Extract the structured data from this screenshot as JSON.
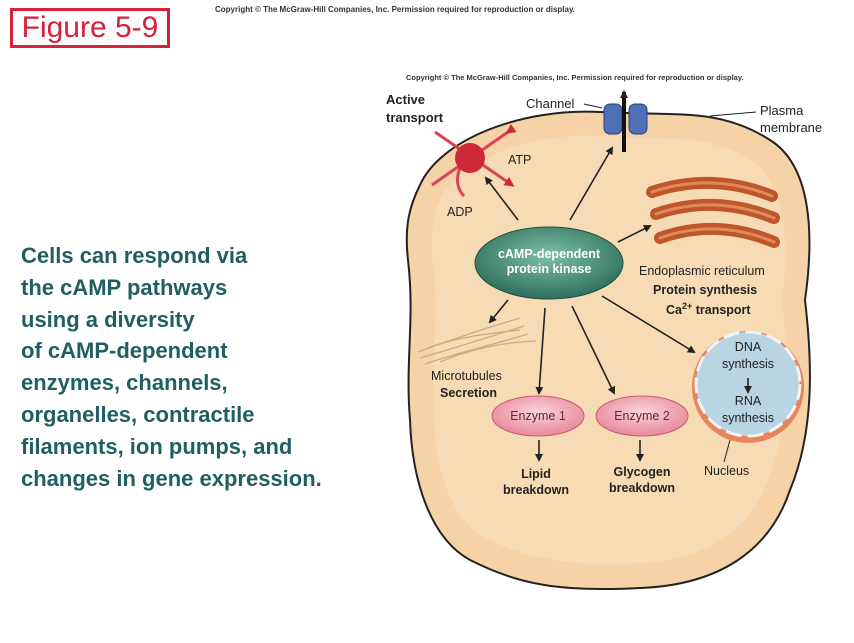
{
  "header": {
    "copyright": "Copyright © The McGraw-Hill Companies, Inc. Permission required for reproduction or display.",
    "figure_label": "Figure 5-9"
  },
  "caption": {
    "lines": [
      "Cells can respond via",
      "the cAMP pathways",
      "using a diversity",
      "of cAMP-dependent",
      "enzymes, channels,",
      "organelles, contractile",
      "filaments, ion pumps, and",
      "changes in gene expression."
    ]
  },
  "diagram": {
    "copyright": "Copyright © The McGraw-Hill Companies, Inc. Permission required for reproduction or display.",
    "kinase": [
      "cAMP-dependent",
      "protein kinase"
    ],
    "active_transport": [
      "Active",
      "transport"
    ],
    "atp": "ATP",
    "adp": "ADP",
    "channel": "Channel",
    "plasma_membrane": [
      "Plasma",
      "membrane"
    ],
    "er": {
      "name": "Endoplasmic reticulum",
      "line1": "Protein synthesis",
      "ca": "Ca",
      "ca_sup": "2+",
      "ca_rest": " transport"
    },
    "microtubules": "Microtubules",
    "secretion": "Secretion",
    "enzyme1": "Enzyme 1",
    "enzyme2": "Enzyme 2",
    "lipid": [
      "Lipid",
      "breakdown"
    ],
    "glycogen": [
      "Glycogen",
      "breakdown"
    ],
    "nucleus": {
      "dna": [
        "DNA",
        "synthesis"
      ],
      "rna": [
        "RNA",
        "synthesis"
      ],
      "label": "Nucleus"
    },
    "colors": {
      "cell_fill": "#f5d3a6",
      "membrane": "#222222",
      "kinase": "#3f8a73",
      "enzyme": "#f0a9b6",
      "er": "#c0552c",
      "nucleus": "#b9d5e4",
      "pump": "#cc2a36",
      "channel": "#4f6fb8"
    }
  }
}
